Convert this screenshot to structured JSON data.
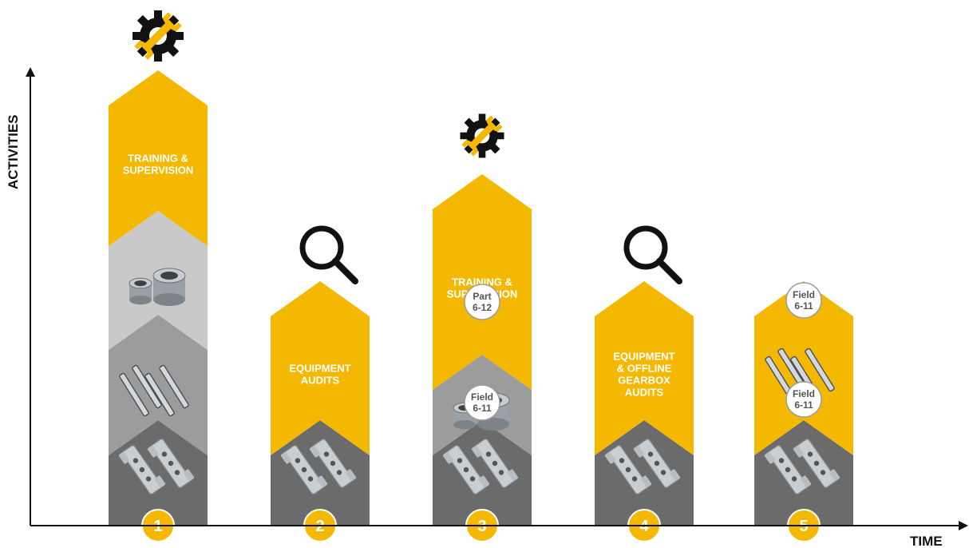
{
  "axes": {
    "y_label": "ACTIVITIES",
    "x_label": "TIME"
  },
  "colors": {
    "yellow": "#F5B800",
    "dark_gray": "#6B6B6B",
    "mid_gray": "#9C9C9C",
    "light_gray": "#C9C9C9",
    "badge_border": "#9C9C9C"
  },
  "columns": [
    {
      "number": "1",
      "top_icon": "gear-wrench-icon",
      "segments": [
        {
          "kind": "dark",
          "content": "parts-plates-image"
        },
        {
          "kind": "mid",
          "content": "parts-bars-image"
        },
        {
          "kind": "light",
          "content": "parts-bushings-image"
        },
        {
          "kind": "yellow",
          "lines": [
            "TRAINING &",
            "SUPERVISION"
          ]
        }
      ],
      "badges": []
    },
    {
      "number": "2",
      "top_icon": "magnifier-icon",
      "segments": [
        {
          "kind": "dark",
          "content": "parts-plates-image"
        },
        {
          "kind": "yellow",
          "lines": [
            "EQUIPMENT",
            "AUDITS"
          ]
        }
      ],
      "badges": []
    },
    {
      "number": "3",
      "top_icon": "gear-wrench-icon",
      "segments": [
        {
          "kind": "dark",
          "content": "parts-plates-image"
        },
        {
          "kind": "mid",
          "content": "parts-bushings-image"
        },
        {
          "kind": "yellow",
          "lines": [
            "TRAINING &",
            "SUPERVISION"
          ]
        }
      ],
      "badges": [
        {
          "lines": [
            "Part",
            "6-12"
          ],
          "pos": "upper"
        },
        {
          "lines": [
            "Field",
            "6-11"
          ],
          "pos": "lower"
        }
      ]
    },
    {
      "number": "4",
      "top_icon": "magnifier-icon",
      "segments": [
        {
          "kind": "dark",
          "content": "parts-plates-image"
        },
        {
          "kind": "yellow",
          "lines": [
            "EQUIPMENT",
            "& OFFLINE",
            "GEARBOX",
            "AUDITS"
          ]
        }
      ],
      "badges": []
    },
    {
      "number": "5",
      "top_icon": "none",
      "segments": [
        {
          "kind": "dark",
          "content": "parts-plates-image"
        },
        {
          "kind": "yellow",
          "content": "parts-bars-image"
        }
      ],
      "badges": [
        {
          "lines": [
            "Field",
            "6-11"
          ],
          "pos": "upper"
        },
        {
          "lines": [
            "Field",
            "6-11"
          ],
          "pos": "lower"
        }
      ]
    }
  ]
}
